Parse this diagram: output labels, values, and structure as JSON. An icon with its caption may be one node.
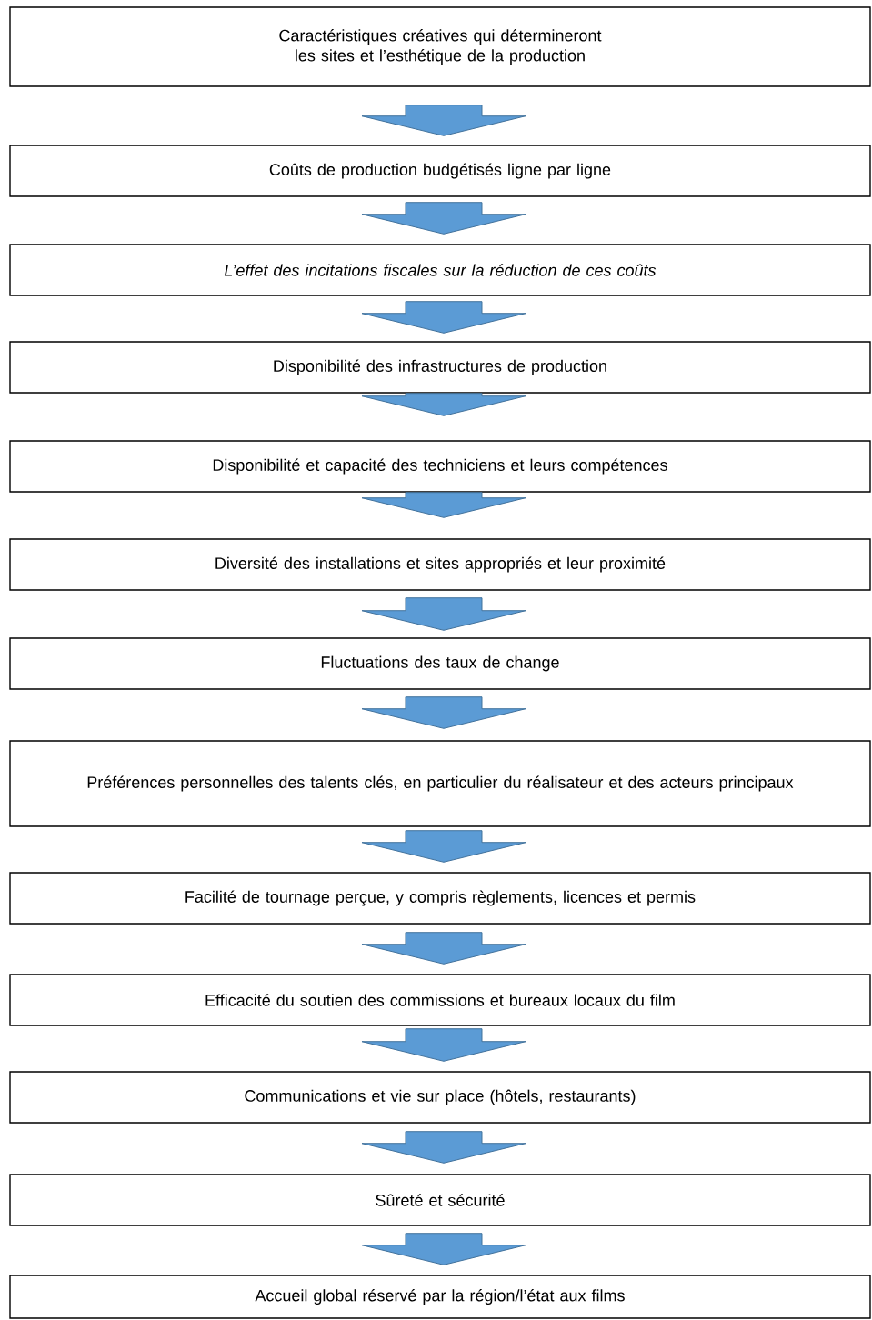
{
  "diagram": {
    "nodes": [
      {
        "text": [
          "Caractéristiques créatives qui détermineront les sites et l’esthétique de la production"
        ]
      },
      {
        "text": [
          "Coûts de production budgétisés ligne par ligne"
        ]
      },
      {
        "text": [
          "L’effet des incitations fiscales sur la réduction de ces coûts"
        ]
      },
      {
        "text": [
          "Disponibilité des infrastructures de production"
        ]
      },
      {
        "text": [
          "Disponibilité et capacité des techniciens et leurs compétences"
        ]
      },
      {
        "text": [
          "Diversité des installations et sites appropriés et leur proximité"
        ]
      },
      {
        "text": [
          "Fluctuations des taux de change"
        ]
      },
      {
        "text": [
          "Préférences personnelles des talents clés, en particulier du réalisateur et des acteurs principaux"
        ]
      },
      {
        "text": [
          "Facilité de tournage perçue, y compris règlements, licences et permis"
        ]
      },
      {
        "text": [
          "Efficacité du soutien des commissions et bureaux locaux du film"
        ]
      },
      {
        "text": [
          "Communications et vie sur place (hôtels, restaurants)"
        ]
      },
      {
        "text": [
          "Sûreté et sécurité"
        ]
      },
      {
        "text": [
          "Accueil global réservé par la région/l’état aux films"
        ]
      }
    ],
    "edges": [
      {
        "from": 0,
        "to": 1,
        "arrow": "to"
      },
      {
        "from": 1,
        "to": 2,
        "arrow": "to"
      },
      {
        "from": 2,
        "to": 3,
        "arrow": "to"
      },
      {
        "from": 3,
        "to": 4,
        "arrow": "to"
      },
      {
        "from": 4,
        "to": 5,
        "arrow": "to"
      },
      {
        "from": 5,
        "to": 6,
        "arrow": "to"
      },
      {
        "from": 6,
        "to": 7,
        "arrow": "to"
      },
      {
        "from": 7,
        "to": 8,
        "arrow": "to"
      },
      {
        "from": 8,
        "to": 9,
        "arrow": "to"
      },
      {
        "from": 9,
        "to": 10,
        "arrow": "to"
      },
      {
        "from": 10,
        "to": 11,
        "arrow": "to"
      },
      {
        "from": 11,
        "to": 12,
        "arrow": "to"
      }
    ]
  }
}
